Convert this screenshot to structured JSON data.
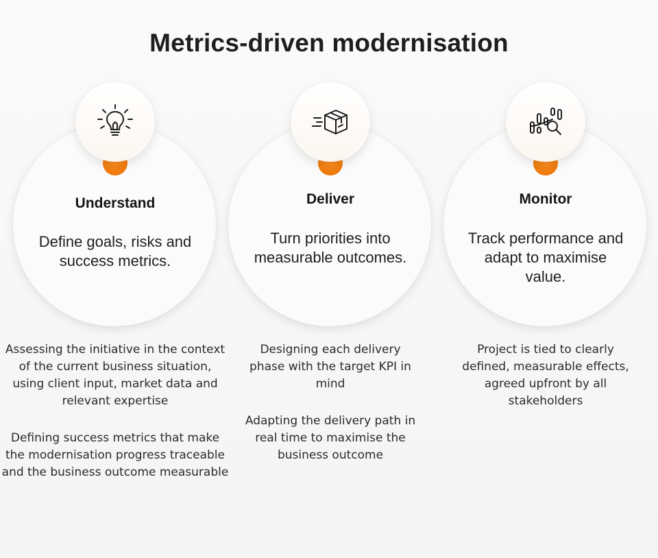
{
  "page": {
    "title": "Metrics-driven modernisation",
    "accent_color": "#f07a0c"
  },
  "steps": [
    {
      "icon": "lightbulb-icon",
      "title": "Understand",
      "summary": "Define goals, risks and success metrics.",
      "details": [
        "Assessing the initiative in the context of the current business situation, using client input, market data and relevant expertise",
        "Defining success metrics that make the modernisation progress traceable and the business outcome measurable"
      ]
    },
    {
      "icon": "delivery-box-icon",
      "title": "Deliver",
      "summary": "Turn priorities into measurable outcomes.",
      "details": [
        "Designing each delivery phase with the target KPI in mind",
        "Adapting the delivery path in real time to maximise the business outcome"
      ]
    },
    {
      "icon": "data-analysis-icon",
      "title": "Monitor",
      "summary": "Track performance and adapt to maximise value.",
      "details": [
        "Project is tied to clearly defined, measurable effects, agreed upfront by all stakeholders"
      ]
    }
  ]
}
